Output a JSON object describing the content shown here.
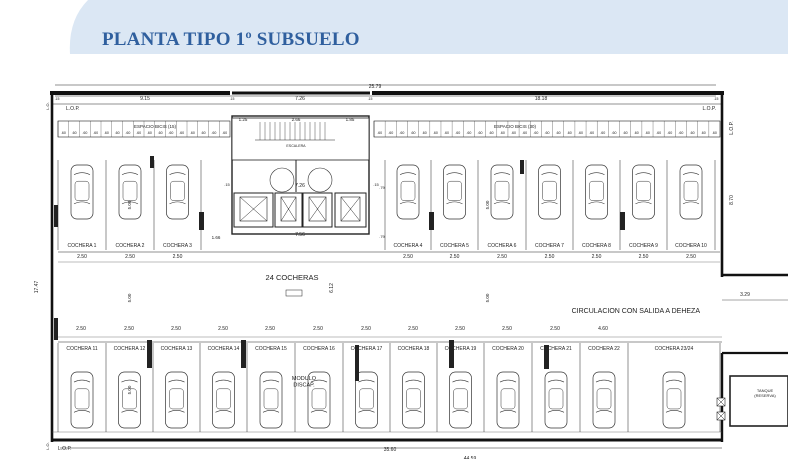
{
  "header": {
    "title": "PLANTA TIPO 1º SUBSUELO",
    "colors": {
      "banner": "#dbe7f4",
      "title": "#2f5f9e"
    }
  },
  "plan": {
    "summary": "24 COCHERAS",
    "circulation": "CIRCULACION CON SALIDA A  DEHEZA",
    "lop": "L.O.P.",
    "lop_vertical": "L.O.P.",
    "lo": "L.O.",
    "bike_left": "ESPACIO BICIS (15)",
    "bike_right": "ESPACIO BICIS (30)",
    "stairs": "ESCALERA",
    "module": "MODULO\nDISCAP.",
    "tank": "TANQUE\n(RESERVA)",
    "top_dims": [
      "25.79",
      "9.15",
      "7.26",
      "18.18",
      ".15",
      ".15",
      ".15",
      ".15"
    ],
    "core_dims": [
      "1.25",
      "2.66",
      "1.85",
      "7.26",
      "7.56",
      ".15",
      ".15",
      ".79",
      ".79"
    ],
    "side_dims": [
      "17.47",
      "8.70",
      "6.12",
      "5.00",
      "5.00",
      "5.00",
      "1.66",
      "3.29",
      "5.00"
    ],
    "bottom_dims": [
      "35.60",
      "44.59"
    ],
    "bike_module": ".60",
    "upper_left_spaces": [
      "COCHERA 1",
      "COCHERA 2",
      "COCHERA 3"
    ],
    "upper_left_widths": [
      "2.50",
      "2.50",
      "2.50"
    ],
    "upper_right_spaces": [
      "COCHERA 4",
      "COCHERA 5",
      "COCHERA 6",
      "COCHERA 7",
      "COCHERA 8",
      "COCHERA 9",
      "COCHERA 10"
    ],
    "upper_right_widths": [
      "2.50",
      "2.50",
      "2.50",
      "2.50",
      "2.50",
      "2.50",
      "2.50"
    ],
    "lower_spaces": [
      "COCHERA 11",
      "COCHERA 12",
      "COCHERA 13",
      "COCHERA 14",
      "COCHERA 15",
      "COCHERA 16",
      "COCHERA 17",
      "COCHERA 18",
      "COCHERA 19",
      "COCHERA 20",
      "COCHERA 21",
      "COCHERA 22",
      "COCHERA 23/24"
    ],
    "lower_widths": [
      "2.50",
      "2.50",
      "2.50",
      "2.50",
      "2.50",
      "2.50",
      "2.50",
      "2.50",
      "2.50",
      "2.50",
      "2.50",
      "4.60"
    ]
  }
}
